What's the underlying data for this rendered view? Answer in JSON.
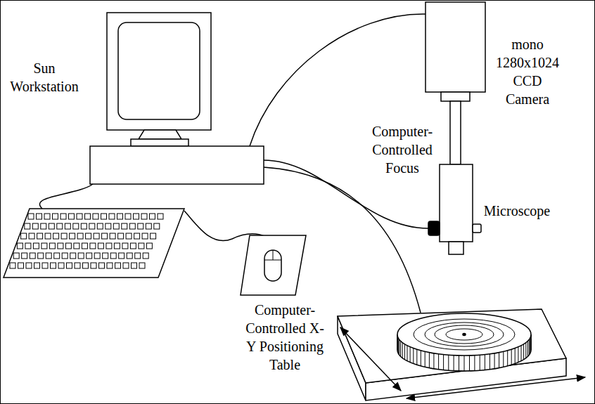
{
  "diagram": {
    "labels": [
      "Sun Workstation",
      "mono 1280x1024 CCD Camera",
      "Computer- Controlled Focus",
      "Microscope",
      "Computer- Controlled X-Y Positioning Table"
    ]
  }
}
